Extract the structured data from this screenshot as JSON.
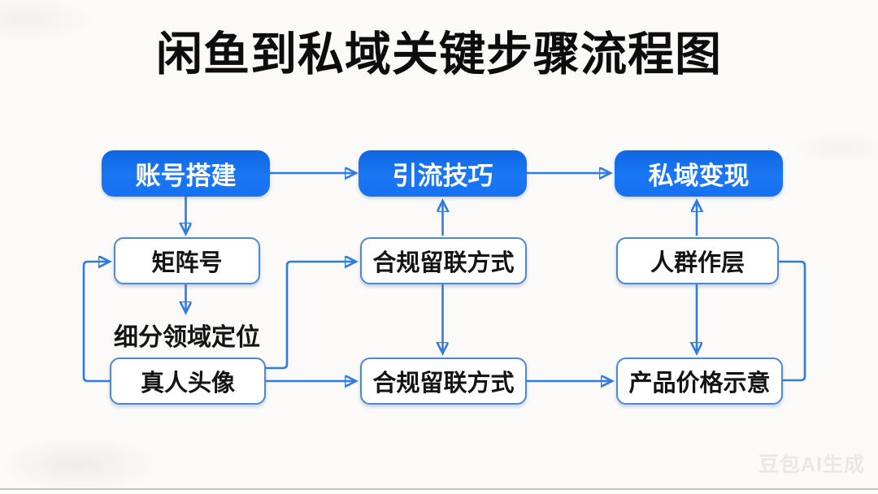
{
  "title": "闲鱼到私域关键步骤流程图",
  "flowchart": {
    "stages": [
      {
        "id": "account-setup",
        "label": "账号搭建"
      },
      {
        "id": "traffic-techniques",
        "label": "引流技巧"
      },
      {
        "id": "private-monetization",
        "label": "私域变现"
      }
    ],
    "nodes": [
      {
        "id": "matrix-account",
        "label": "矩阵号"
      },
      {
        "id": "niche-positioning",
        "label": "细分领域定位"
      },
      {
        "id": "real-person-avatar",
        "label": "真人头像"
      },
      {
        "id": "compliant-contact-top",
        "label": "合规留联方式"
      },
      {
        "id": "compliant-contact-bottom",
        "label": "合规留联方式"
      },
      {
        "id": "audience-layering",
        "label": "人群作层"
      },
      {
        "id": "product-pricing",
        "label": "产品价格示意"
      }
    ],
    "edges": [
      "账号搭建→引流技巧",
      "引流技巧→私域变现",
      "账号搭建→矩阵号",
      "矩阵号→细分领域定位",
      "真人头像→矩阵号",
      "真人头像→合规留联方式(上)",
      "真人头像→合规留联方式(下)",
      "合规留联方式(上)→引流技巧",
      "合规留联方式(上)→合规留联方式(下)",
      "合规留联方式(下)→产品价格示意",
      "人群作层→私域变现",
      "人群作层→产品价格示意",
      "人群作层→产品价格示意(右侧回路)"
    ]
  },
  "watermark": "豆包AI生成",
  "colors": {
    "stage_fill": "#1671ee",
    "stage_text": "#ffffff",
    "node_border": "#4d87d8",
    "node_text": "#141414",
    "arrow": "#2e7ce2",
    "title_text": "#0d0d0d",
    "background": "#fbfaf8",
    "watermark_text": "#e9e8e6"
  }
}
